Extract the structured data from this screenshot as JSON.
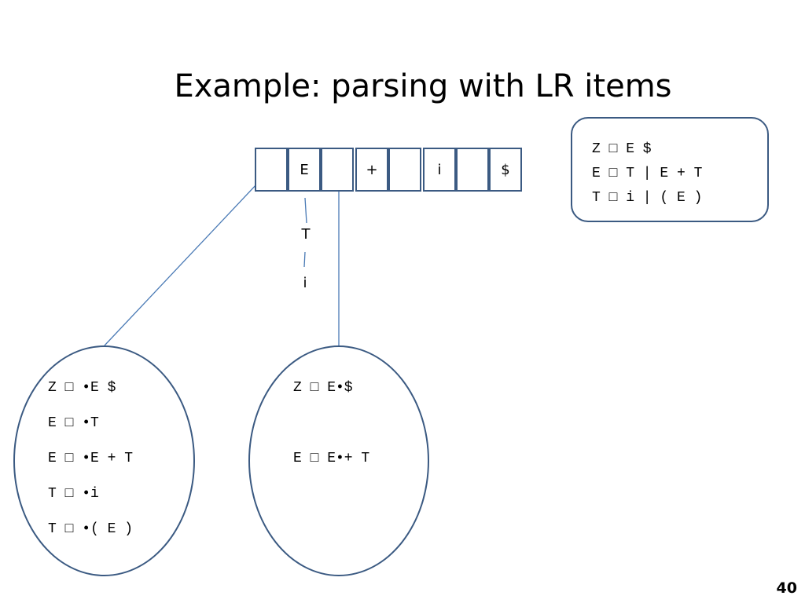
{
  "slide": {
    "title": "Example: parsing with LR items",
    "number": "40"
  },
  "grammar": {
    "lines": [
      "Z □ E $",
      "E □ T | E + T",
      "T □ i | ( E )"
    ]
  },
  "input_tape": {
    "cells": [
      "",
      "E",
      "",
      "+",
      "",
      "i",
      "",
      "$"
    ]
  },
  "parse_tree": {
    "labels": [
      "T",
      "i"
    ]
  },
  "item_sets": [
    {
      "items": [
        "Z □ •E $",
        "E □ •T",
        "E □ •E + T",
        "T □ •i",
        "T □ •( E )"
      ]
    },
    {
      "items": [
        "Z □ E•$",
        "E □ E•+ T"
      ]
    }
  ],
  "colors": {
    "outline": "#3b5a82",
    "connector": "#4a7ab5"
  }
}
